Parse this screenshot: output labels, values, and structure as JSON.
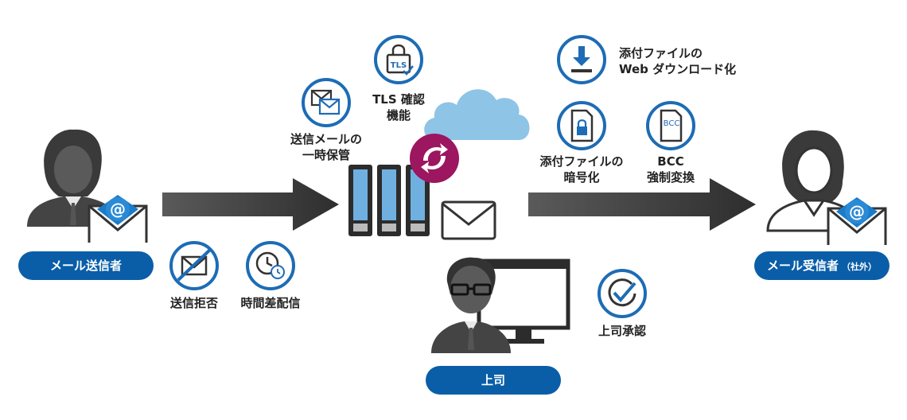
{
  "actors": {
    "sender": "メール送信者",
    "receiver_main": "メール受信者",
    "receiver_suffix": "（社外）",
    "boss": "上司"
  },
  "features": {
    "send_reject": "送信拒否",
    "delayed_send": "時間差配信",
    "temp_storage_1": "送信メールの",
    "temp_storage_2": "一時保管",
    "tls_1": "TLS 確認",
    "tls_2": "機能",
    "web_download_1": "添付ファイルの",
    "web_download_2": "Web ダウンロード化",
    "encrypt_1": "添付ファイルの",
    "encrypt_2": "暗号化",
    "bcc_1": "BCC",
    "bcc_2": "強制変換",
    "approval": "上司承認"
  },
  "icon_text": {
    "at_mark": "@",
    "tls_badge": "TLS",
    "bcc_badge": "BCC"
  },
  "colors": {
    "accent": "#0a5ea8",
    "ring": "#1d6cb5",
    "sync": "#9c1660",
    "cloud": "#8ec4e6",
    "arrow": "#3d3d3d",
    "person": "#4a4a4a"
  }
}
